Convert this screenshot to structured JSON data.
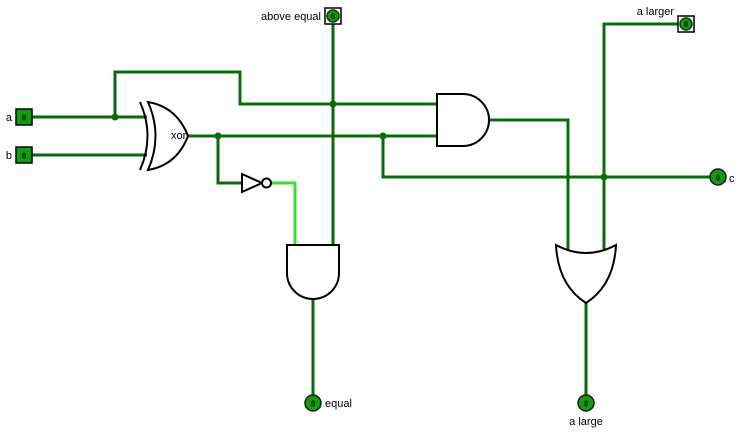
{
  "app": {
    "canvas_background": "#ffffff"
  },
  "colors": {
    "wire_low": "#0B6B0B",
    "wire_high": "#35DF35",
    "pin_fill": "#0F9D0F"
  },
  "gates": {
    "xor_label": "xor"
  },
  "pins": {
    "a": {
      "label": "a",
      "value": "0"
    },
    "b": {
      "label": "b",
      "value": "0"
    },
    "above_equal": {
      "label": "above equal",
      "value": "0"
    },
    "a_larger": {
      "label": "a larger",
      "value": "0"
    },
    "c": {
      "label": "c",
      "value": "0"
    },
    "equal": {
      "label": "equal",
      "value": "0"
    },
    "a_large": {
      "label": "a large",
      "value": "0"
    }
  }
}
